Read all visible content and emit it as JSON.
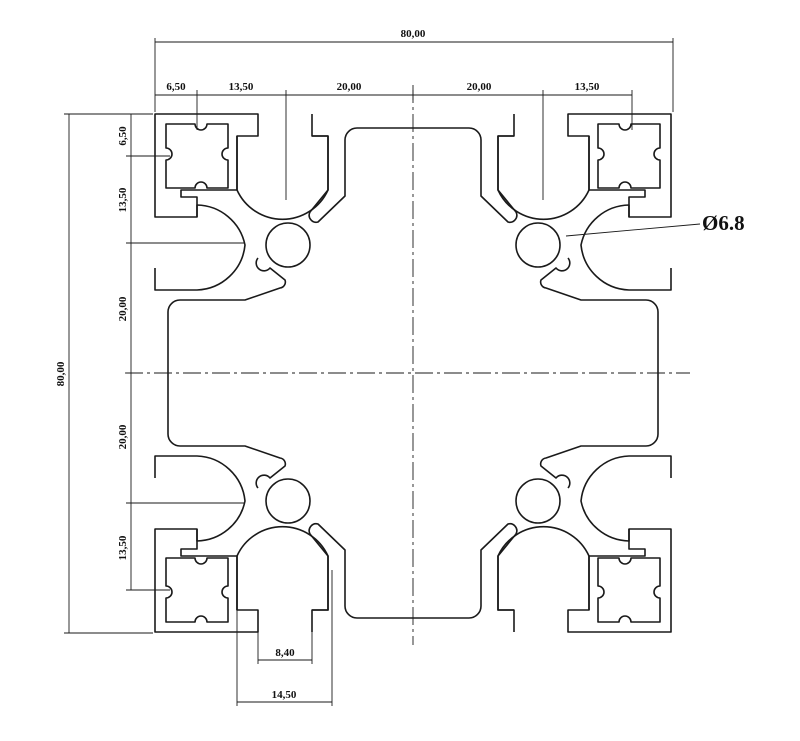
{
  "drawing": {
    "dimensions": {
      "overall_width": "80,00",
      "top_6_50": "6,50",
      "top_13_50_left": "13,50",
      "top_20_00_left": "20,00",
      "top_20_00_right": "20,00",
      "top_13_50_right": "13,50",
      "overall_height": "80,00",
      "left_6_50": "6,50",
      "left_13_50_top": "13,50",
      "left_20_00_top": "20,00",
      "left_20_00_bottom": "20,00",
      "left_13_50_bottom": "13,50",
      "slot_width": "8,40",
      "slot_outer_width": "14,50",
      "hole_diameter": "Ø6.8"
    }
  }
}
